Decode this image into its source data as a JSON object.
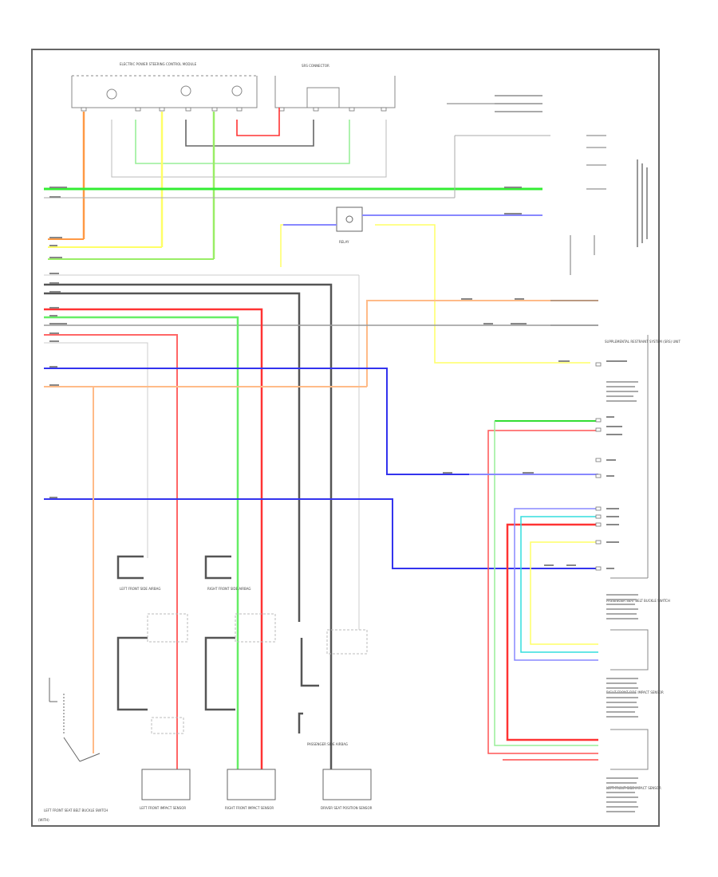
{
  "colors": {
    "frame": "#555555",
    "thin": "#999999",
    "green": "#33dd33",
    "light_green": "#99ee99",
    "yellow": "#eeee33",
    "light_yellow": "#ffff77",
    "red": "#ff3333",
    "pink": "#ff7777",
    "blue": "#3333ee",
    "light_blue": "#8888ff",
    "orange": "#ff9944",
    "light_orange": "#ffbb88",
    "gray": "#555555",
    "cyan": "#33dddd",
    "label": "#555555"
  },
  "labels": {
    "top_module_left": "ELECTRIC POWER STEERING CONTROL MODULE",
    "top_module_right": "SRS CONNECTOR",
    "right_module": "SUPPLEMENTAL RESTRAINT SYSTEM (SRS) UNIT",
    "relay": "RELAY",
    "occupant_sensor": "PASSENGER SIDE AIRBAG",
    "front_sensor_left": "LEFT FRONT SIDE AIRBAG",
    "front_sensor_right": "RIGHT FRONT SIDE AIRBAG",
    "driver_sensor": "DRIVER SEAT POSITION SENSOR",
    "seat_belt_buckle": "LEFT FRONT SEAT BELT BUCKLE SWITCH",
    "impact_left": "LEFT FRONT IMPACT SENSOR",
    "impact_right": "RIGHT FRONT IMPACT SENSOR",
    "passenger_buckle": "PASSENGER SEAT BELT BUCKLE SWITCH",
    "right_front_sensor": "RIGHT FRONT SIDE IMPACT SENSOR",
    "left_front_sensor": "LEFT FRONT SIDE IMPACT SENSOR",
    "footnote": "(WITH)"
  }
}
